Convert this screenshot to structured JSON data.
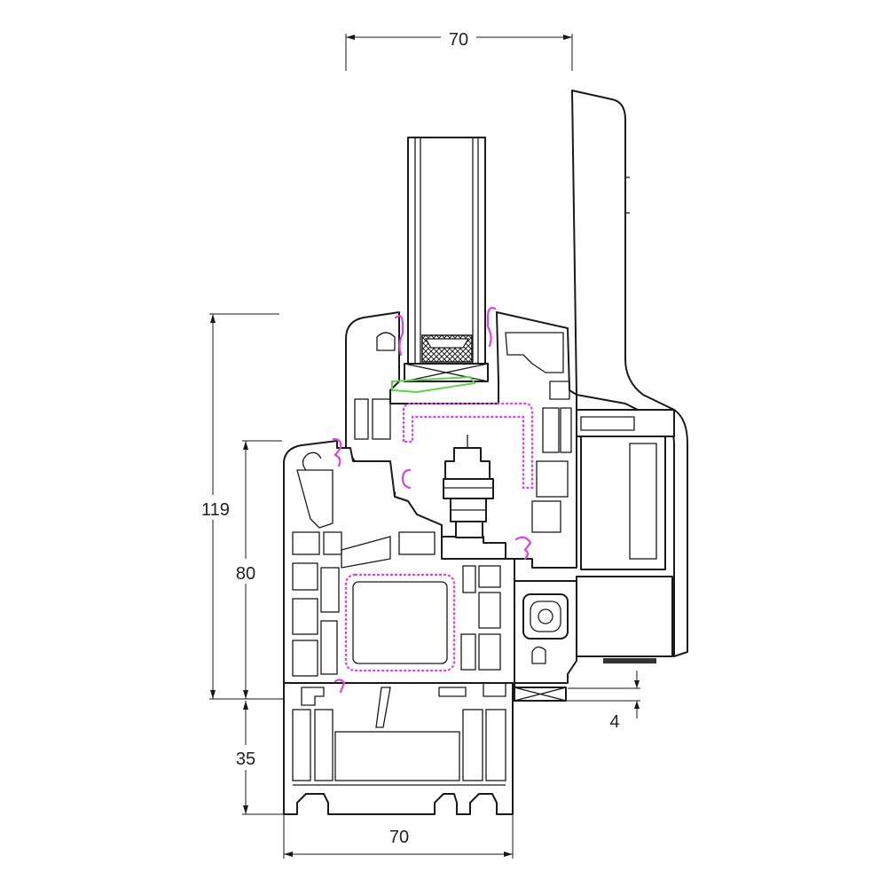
{
  "dimensions": {
    "top_width": "70",
    "bottom_width": "70",
    "overall_height": "119",
    "sash_height": "80",
    "frame_height": "35",
    "overlap": "4"
  },
  "colors": {
    "line": "#1a1a1a",
    "seal": "#e040e8",
    "glazing_bead_seal": "#5ed14a",
    "infill_dark": "#333333"
  }
}
